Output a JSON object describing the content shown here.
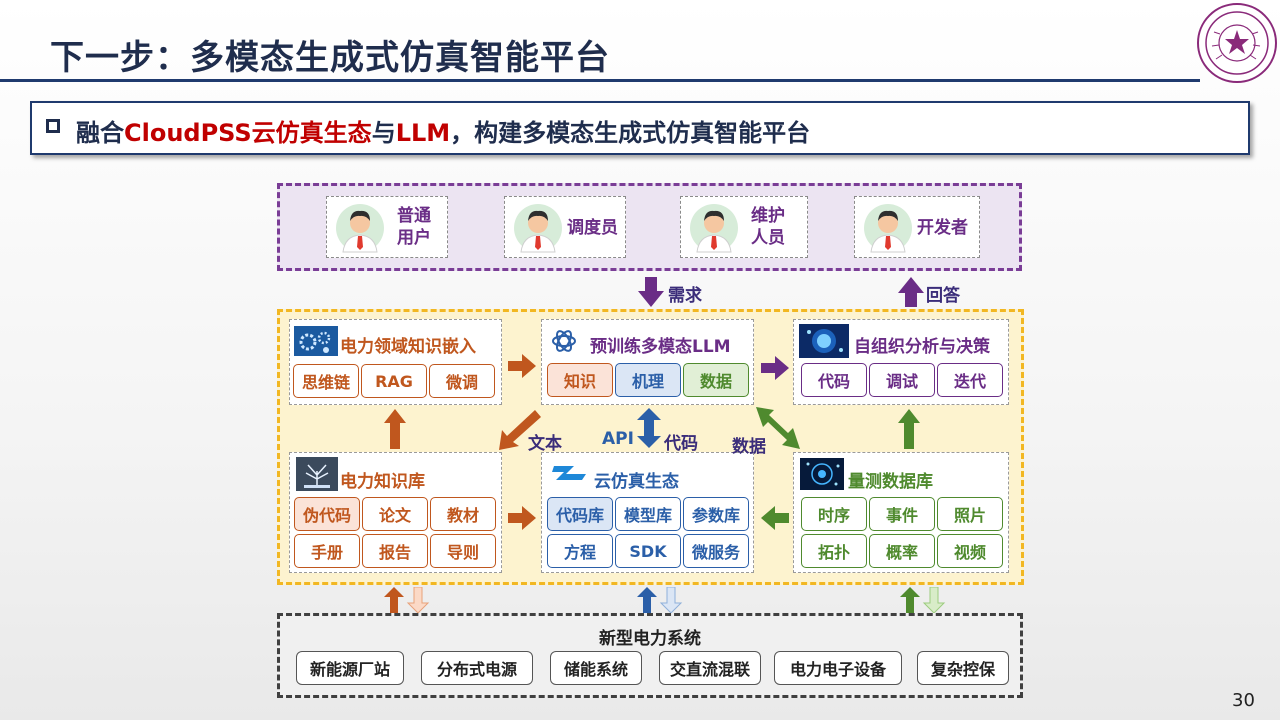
{
  "slide": {
    "title": "下一步：多模态生成式仿真智能平台",
    "subtitle_part1": "融合",
    "subtitle_red": "CloudPSS云仿真生态",
    "subtitle_part2": "与",
    "subtitle_red2": "LLM",
    "subtitle_part3": "，构建多模态生成式仿真智能平台",
    "page_number": "30"
  },
  "users": [
    {
      "line1": "普通",
      "line2": "用户"
    },
    {
      "line1": "调度员",
      "line2": ""
    },
    {
      "line1": "维护",
      "line2": "人员"
    },
    {
      "line1": "开发者",
      "line2": ""
    }
  ],
  "flow_labels": {
    "demand": "需求",
    "answer": "回答",
    "text": "文本",
    "api": "API",
    "code": "代码",
    "data": "数据"
  },
  "panels": {
    "knowledge_embed": {
      "title": "电力领域知识嵌入",
      "chips": [
        "思维链",
        "RAG",
        "微调"
      ]
    },
    "llm": {
      "title": "预训练多模态LLM",
      "chips": [
        "知识",
        "机理",
        "数据"
      ]
    },
    "self_org": {
      "title": "自组织分析与决策",
      "chips": [
        "代码",
        "调试",
        "迭代"
      ]
    },
    "knowledge_base": {
      "title": "电力知识库",
      "chips": [
        "伪代码",
        "论文",
        "教材",
        "手册",
        "报告",
        "导则"
      ]
    },
    "cloud": {
      "title": "云仿真生态",
      "chips": [
        "代码库",
        "模型库",
        "参数库",
        "方程",
        "SDK",
        "微服务"
      ]
    },
    "measure_db": {
      "title": "量测数据库",
      "chips": [
        "时序",
        "事件",
        "照片",
        "拓扑",
        "概率",
        "视频"
      ]
    }
  },
  "power_system": {
    "title": "新型电力系统",
    "items": [
      "新能源厂站",
      "分布式电源",
      "储能系统",
      "交直流混联",
      "电力电子设备",
      "复杂控保"
    ]
  },
  "colors": {
    "navy": "#1f2d4d",
    "purple": "#7a3d96",
    "orange": "#c0571e",
    "blue": "#2b5fa8",
    "green": "#4f8a2e",
    "yellow": "#f2b722"
  }
}
